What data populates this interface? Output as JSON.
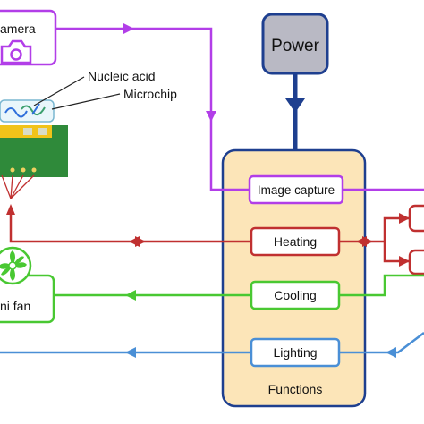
{
  "diagram": {
    "power": {
      "label": "Power"
    },
    "functions": {
      "title": "Functions",
      "items": [
        {
          "id": "image-capture",
          "label": "Image capture"
        },
        {
          "id": "heating",
          "label": "Heating"
        },
        {
          "id": "cooling",
          "label": "Cooling"
        },
        {
          "id": "lighting",
          "label": "Lighting"
        }
      ]
    },
    "devices": {
      "camera": {
        "label": "amera"
      },
      "nucleic_acid": {
        "label": "Nucleic acid"
      },
      "microchip": {
        "label": "Microchip"
      },
      "fan": {
        "label": "ni fan"
      }
    },
    "colors": {
      "image_capture": "#b23ee8",
      "heating": "#c03030",
      "cooling": "#49c832",
      "lighting": "#4a8fd6",
      "power": "#1e3f8f",
      "functions_fill": "#fce5b8",
      "power_fill": "#b9b9c4"
    }
  }
}
